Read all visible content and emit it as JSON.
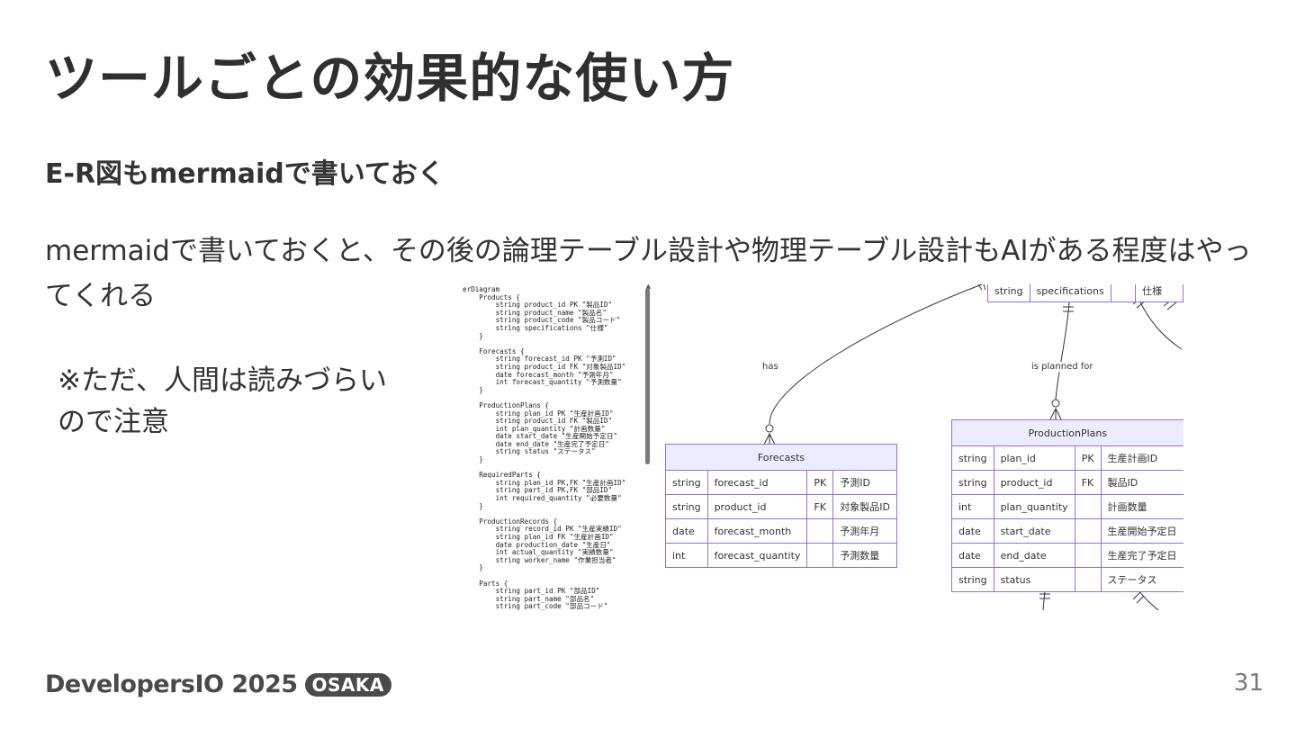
{
  "slide": {
    "title": "ツールごとの効果的な使い方",
    "subheading": "E-R図もmermaidで書いておく",
    "body": "mermaidで書いておくと、その後の論理テーブル設計や物理テーブル設計もAIがある程度はやってくれる",
    "note": "※ただ、人間は読みづらいので注意"
  },
  "code": {
    "text": "erDiagram\n    Products {\n        string product_id PK \"製品ID\"\n        string product_name \"製品名\"\n        string product_code \"製品コード\"\n        string specifications \"仕様\"\n    }\n\n    Forecasts {\n        string forecast_id PK \"予測ID\"\n        string product_id FK \"対象製品ID\"\n        date forecast_month \"予測年月\"\n        int forecast_quantity \"予測数量\"\n    }\n\n    ProductionPlans {\n        string plan_id PK \"生産計画ID\"\n        string product_id FK \"製品ID\"\n        int plan_quantity \"計画数量\"\n        date start_date \"生産開始予定日\"\n        date end_date \"生産完了予定日\"\n        string status \"ステータス\"\n    }\n\n    RequiredParts {\n        string plan_id PK,FK \"生産計画ID\"\n        string part_id PK,FK \"部品ID\"\n        int required_quantity \"必要数量\"\n    }\n\n    ProductionRecords {\n        string record_id PK \"生産実績ID\"\n        string plan_id FK \"生産計画ID\"\n        date production_date \"生産日\"\n        int actual_quantity \"実績数量\"\n        string worker_name \"作業担当者\"\n    }\n\n    Parts {\n        string part_id PK \"部品ID\"\n        string part_name \"部品名\"\n        string part_code \"部品コード\"\n        string supplier_id FK \"主要サプライヤー\nID\""
  },
  "diagram": {
    "relations": [
      {
        "label": "has"
      },
      {
        "label": "is planned for"
      }
    ],
    "partial_row": [
      "string",
      "specifications",
      "",
      "仕様"
    ],
    "forecasts": {
      "title": "Forecasts",
      "rows": [
        [
          "string",
          "forecast_id",
          "PK",
          "予測ID"
        ],
        [
          "string",
          "product_id",
          "FK",
          "対象製品ID"
        ],
        [
          "date",
          "forecast_month",
          "",
          "予測年月"
        ],
        [
          "int",
          "forecast_quantity",
          "",
          "予測数量"
        ]
      ]
    },
    "production_plans": {
      "title": "ProductionPlans",
      "rows": [
        [
          "string",
          "plan_id",
          "PK",
          "生産計画ID"
        ],
        [
          "string",
          "product_id",
          "FK",
          "製品ID"
        ],
        [
          "int",
          "plan_quantity",
          "",
          "計画数量"
        ],
        [
          "date",
          "start_date",
          "",
          "生産開始予定日"
        ],
        [
          "date",
          "end_date",
          "",
          "生産完了予定日"
        ],
        [
          "string",
          "status",
          "",
          "ステータス"
        ]
      ]
    },
    "colors": {
      "border": "#9370db",
      "header": "#ececff",
      "line": "#333333"
    }
  },
  "footer": {
    "brand": "DevelopersIO 2025",
    "badge": "OSAKA",
    "page_number": "31"
  }
}
